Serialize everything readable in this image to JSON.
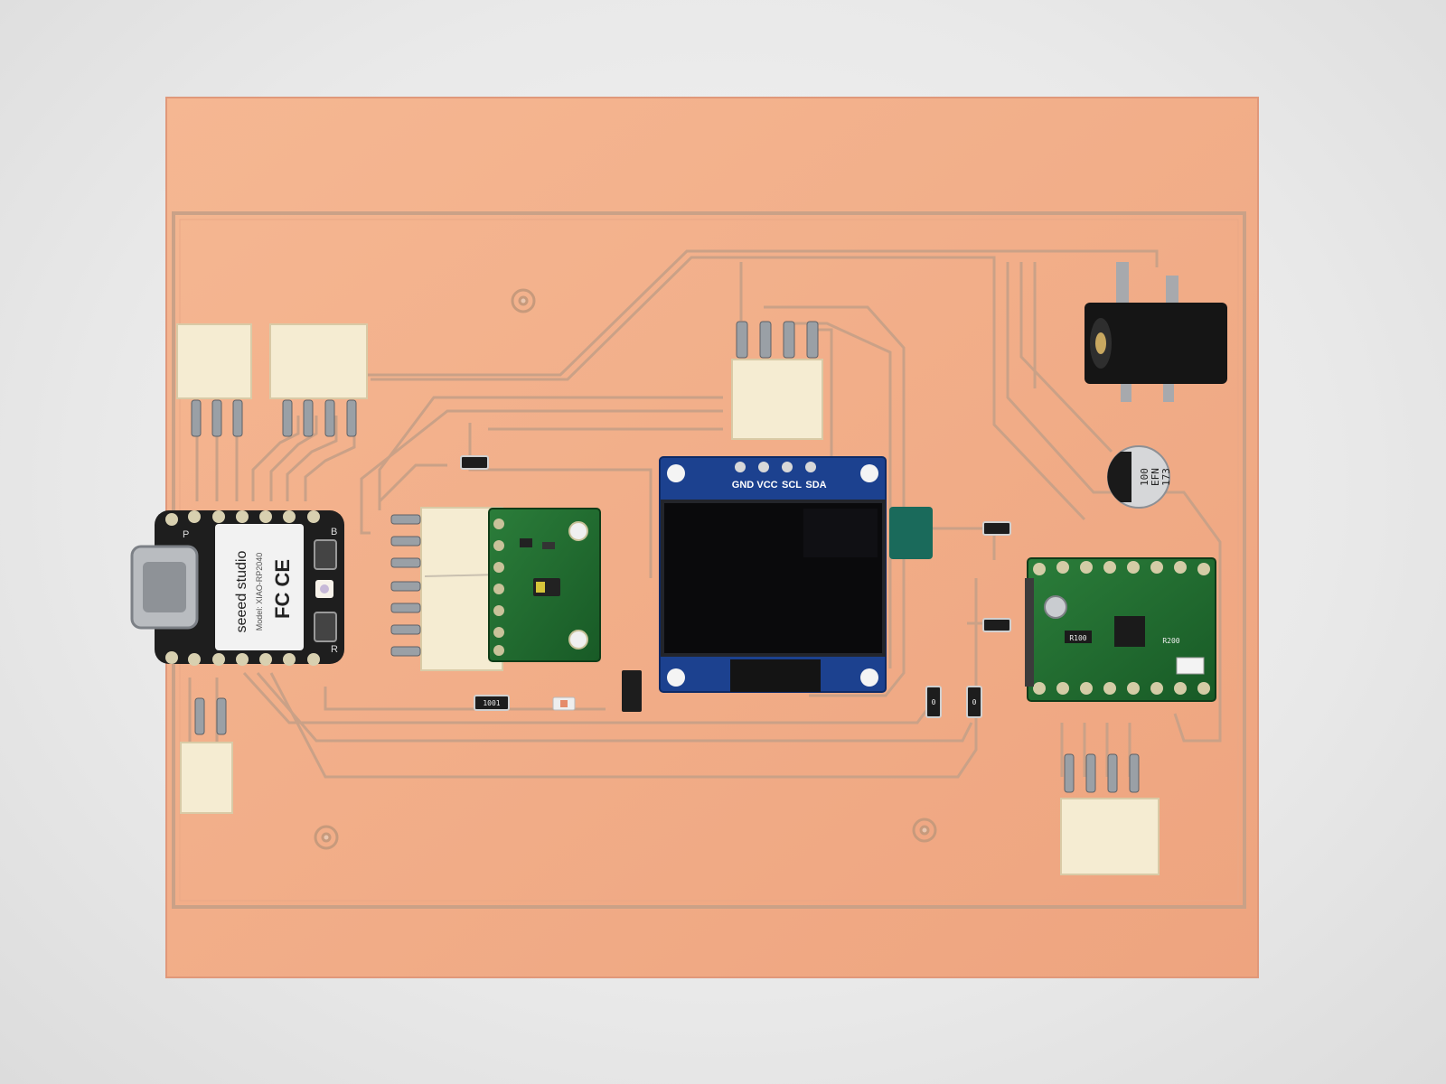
{
  "xiao": {
    "brand": "seeed studio",
    "model": "Model: XIAO-RP2040",
    "cert": "FC CE",
    "pin_b": "B",
    "pin_r": "R",
    "pin_p": "P"
  },
  "oled": {
    "pins": [
      "GND",
      "VCC",
      "SCL",
      "SDA"
    ]
  },
  "capacitor": {
    "line1": "100",
    "line2": "EFN",
    "line3": "173"
  },
  "resistors": {
    "r1": "1001",
    "r2": "0",
    "r3": "0",
    "driver_r1": "R100",
    "driver_r2": "R200"
  },
  "colors": {
    "board": "#f3b08e",
    "trace": "#c9a48a",
    "module_green": "#1f6b30",
    "oled_blue": "#1a3f8f",
    "header": "#f3ead0"
  }
}
